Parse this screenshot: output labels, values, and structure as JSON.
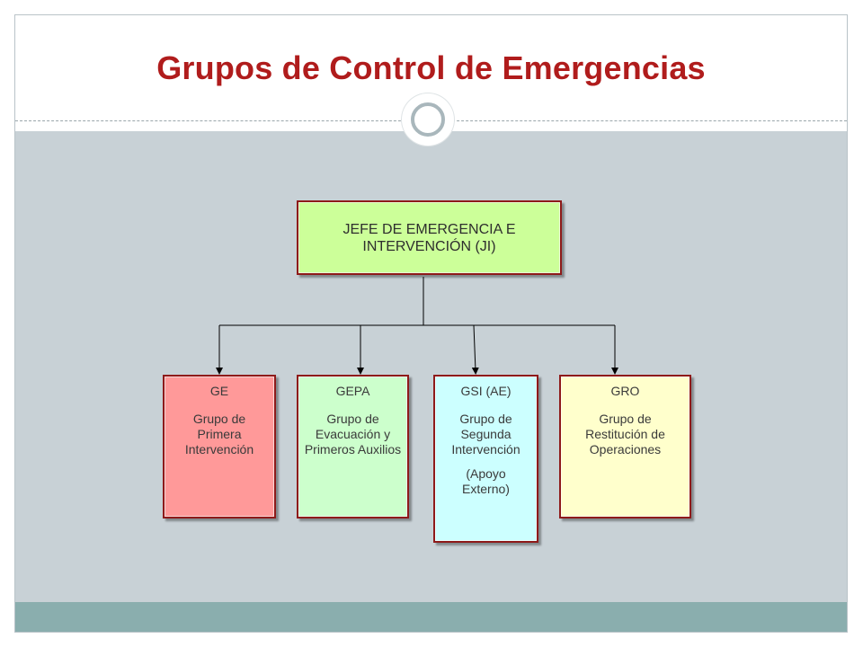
{
  "slide": {
    "title": "Grupos de Control de Emergencias"
  },
  "org_chart": {
    "root": {
      "label": "JEFE DE EMERGENCIA E INTERVENCIÓN (JI)"
    },
    "children": [
      {
        "code": "GE",
        "description": "Grupo de Primera Intervención",
        "note": ""
      },
      {
        "code": "GEPA",
        "description": "Grupo de Evacuación y Primeros Auxilios",
        "note": ""
      },
      {
        "code": "GSI (AE)",
        "description": "Grupo de Segunda Intervención",
        "note": "(Apoyo Externo)"
      },
      {
        "code": "GRO",
        "description": "Grupo de Restitución de Operaciones",
        "note": ""
      }
    ]
  },
  "colors": {
    "title": "#b01c1c",
    "root_fill": "#ccff99",
    "ge_fill": "#ff9999",
    "gepa_fill": "#ccffcc",
    "gsi_fill": "#ccffff",
    "gro_fill": "#ffffcc",
    "box_border": "#8e1a1a",
    "panel": "#c8d1d6",
    "footer": "#8aaeae"
  }
}
